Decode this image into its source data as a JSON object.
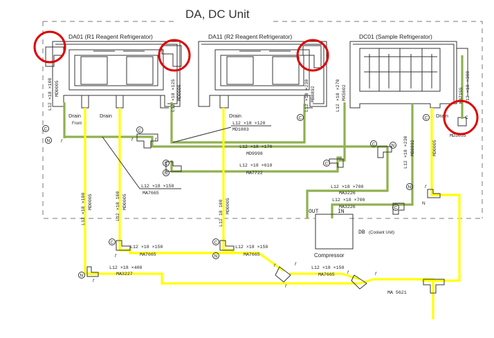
{
  "title": "DA, DC Unit",
  "units": {
    "da01": "DA01 (R1 Reagent Refrigerator)",
    "da11": "DA11 (R2 Reagent Refrigerator)",
    "dc01": "DC01 (Sample Refrigerator)"
  },
  "drains": {
    "da01_left": "Drain",
    "da01_left_sub": "Front",
    "da01_right": "Drain",
    "da11": "Drain",
    "dc01": "Drain"
  },
  "compressor": {
    "db_label": "DB",
    "db_sub": "(Coolant Unit)",
    "name": "Compressor",
    "out": "OUT",
    "in": "IN"
  },
  "tube_labels": {
    "t_da01_left": "L12 ×18 ×100",
    "t_da01_left_part": "MD0005",
    "t_da01_right": "L12 ×18 ×125",
    "t_da01_right_part": "MD0006",
    "t_da11_right": "L12 ×18 ×230",
    "t_da11_right_part": "MB8892",
    "t_dc01_left": "L12 ×18 ×270",
    "t_dc01_left_part": "MX5602",
    "t_dc01_right": "L12 ×18 ×300",
    "t_dc01_right_part": "MB7155",
    "t_120": "L12 ×18 ×120",
    "t_120_part": "MD1883",
    "t_170": "L12 ×18 ×170",
    "t_170_part": "MD9998",
    "t_610": "L12 ×18 ×610",
    "t_610_part": "MA7722",
    "t_150a": "L12 ×18 ×150",
    "t_150a_part": "MA7665",
    "t_700a": "L12 ×18 ×700",
    "t_700a_part": "MA3226",
    "t_700b": "L12 ×18 ×700",
    "t_700b_part": "MA3226",
    "t_230v": "L12 ×18 ×230",
    "t_230v_part": "MB8892",
    "t_dc01_drain_part": "MD0005",
    "t_md3055": "MD3055",
    "t_left_100": "L12 ×18 ×100",
    "t_left_100_part": "MD0005",
    "t_mid_100": "L12 ×18 100",
    "t_mid_100_part": "MD0005",
    "t_da11_100": "L12 18 100",
    "t_da11_100_part": "MD0005",
    "t_150b": "L12 ×18 ×150",
    "t_150b_part": "MA7665",
    "t_150c": "L12 ×18 ×150",
    "t_150c_part": "MA7665",
    "t_400": "L12 ×18 ×400",
    "t_400_part": "MA3227",
    "t_150d": "L12 ×18 ×150",
    "t_150d_part": "MA7665",
    "t_5621": "MA 5621"
  },
  "connectors": {
    "c": "C",
    "n": "N",
    "f": "f"
  },
  "colors": {
    "drain_tube": "#ffff00",
    "coolant_tube": "#8fb050",
    "highlight": "#dd0000"
  }
}
